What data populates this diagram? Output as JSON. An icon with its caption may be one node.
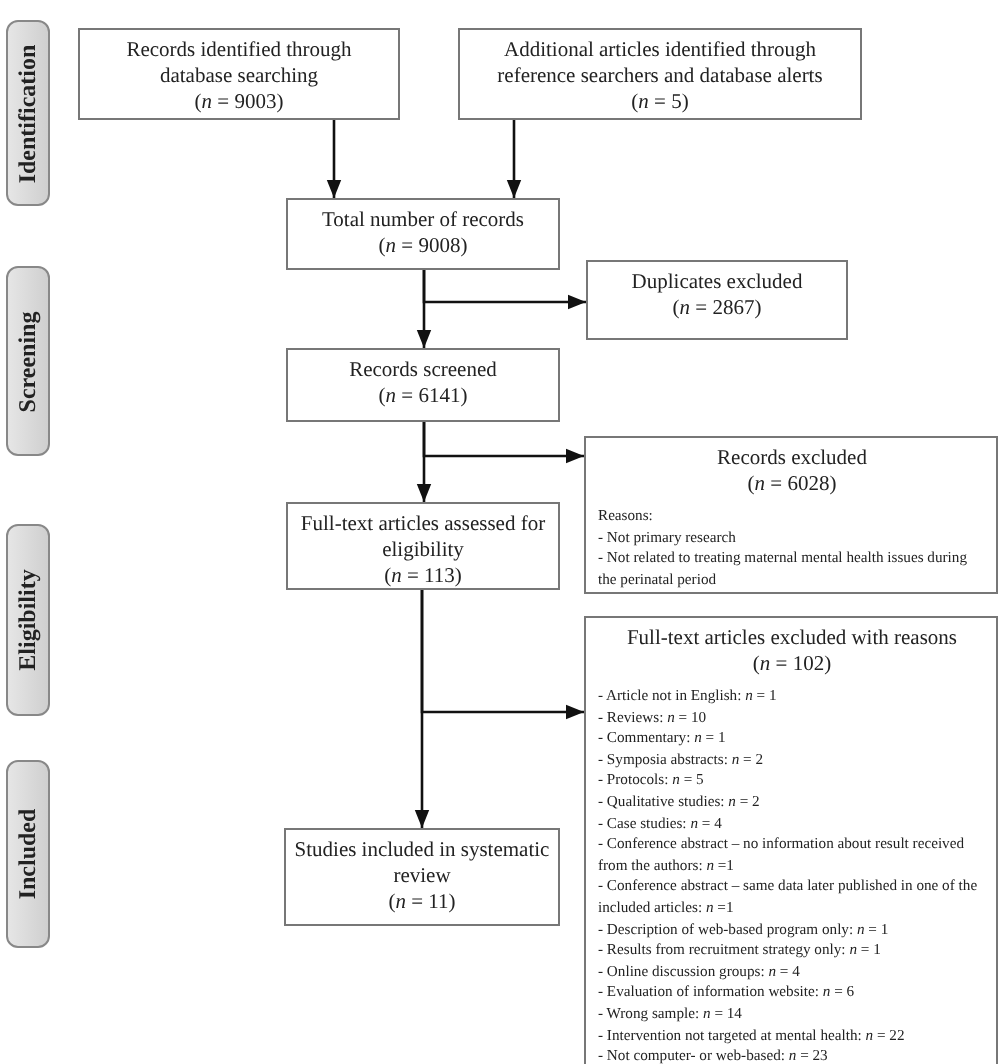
{
  "diagram": {
    "nodes": [
      {
        "text": [
          "Identification"
        ]
      },
      {
        "text": [
          "Screening"
        ]
      },
      {
        "text": [
          "Eligibility"
        ]
      },
      {
        "text": [
          "Included"
        ]
      },
      {
        "text": [
          "Records identified through database searching",
          "(*n* = 9003)"
        ]
      },
      {
        "text": [
          "Additional articles identified through reference searchers and database alerts",
          "(*n* = 5)"
        ]
      },
      {
        "text": [
          "Total number of records",
          "(*n* = 9008)"
        ]
      },
      {
        "text": [
          "Duplicates excluded",
          "(*n* = 2867)"
        ]
      },
      {
        "text": [
          "Records screened",
          "(*n* = 6141)"
        ]
      },
      {
        "text": [
          "Records excluded",
          "(*n* = 6028)",
          "Reasons:",
          "- Not primary research",
          "- Not related to treating maternal mental health issues during the perinatal period"
        ]
      },
      {
        "text": [
          "Full-text articles assessed for eligibility",
          "(*n* = 113)"
        ]
      },
      {
        "text": [
          "Full-text articles excluded with reasons",
          "(*n* = 102)",
          "- Article not in English: *n* = 1",
          "- Reviews: *n* = 10",
          "- Commentary: *n* = 1",
          "- Symposia abstracts: *n* = 2",
          "- Protocols: *n* = 5",
          "- Qualitative studies: *n* = 2",
          "- Case studies: *n* = 4",
          "- Conference abstract – no information about result received from the authors: *n* =1",
          "- Conference abstract – same data later published in one of the included articles: *n* =1",
          "- Description of web-based program only: *n* = 1",
          "- Results from recruitment strategy only: *n* = 1",
          "- Online discussion groups: *n* = 4",
          "- Evaluation of information website: *n* = 6",
          "- Wrong sample: *n* = 14",
          "- Intervention not targeted at mental health: *n* = 22",
          "- Not computer- or web-based: *n* = 23"
        ]
      },
      {
        "text": [
          "Studies included in systematic review",
          "(*n* = 11)"
        ]
      }
    ],
    "edges": [
      {
        "from": 4,
        "to": 6,
        "arrow": "to"
      },
      {
        "from": 5,
        "to": 6,
        "arrow": "to"
      },
      {
        "from": 6,
        "to": 8,
        "arrow": "to"
      },
      {
        "from": 6,
        "to": 7,
        "arrow": "to"
      },
      {
        "from": 8,
        "to": 10,
        "arrow": "to"
      },
      {
        "from": 8,
        "to": 9,
        "arrow": "to"
      },
      {
        "from": 10,
        "to": 12,
        "arrow": "to"
      },
      {
        "from": 10,
        "to": 11,
        "arrow": "to"
      }
    ]
  }
}
